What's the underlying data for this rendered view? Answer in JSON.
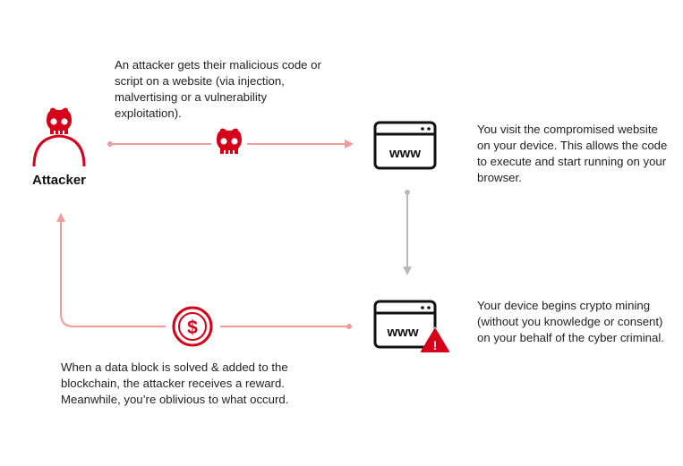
{
  "attacker": {
    "label": "Attacker"
  },
  "steps": [
    {
      "text": "An attacker gets their malicious code or script on a website (via injection, malvertising or a vulnerability exploitation)."
    },
    {
      "text": "You visit the compromised website on your device. This allows the code to execute and start running on your browser."
    },
    {
      "text": "Your device begins crypto mining (without you knowledge or consent) on your behalf of the cyber criminal."
    },
    {
      "text": "When a data block is solved & added to the blockchain, the attacker receives a reward. Meanwhile, you’re oblivious to what occurd."
    }
  ],
  "browser_icon_text": "www",
  "dollar_symbol": "$",
  "warning_symbol": "!",
  "colors": {
    "accent_red": "#d60019",
    "flow_pink": "#f39a9a",
    "flow_gray": "#b9b9b9",
    "text": "#1f1f1f"
  }
}
